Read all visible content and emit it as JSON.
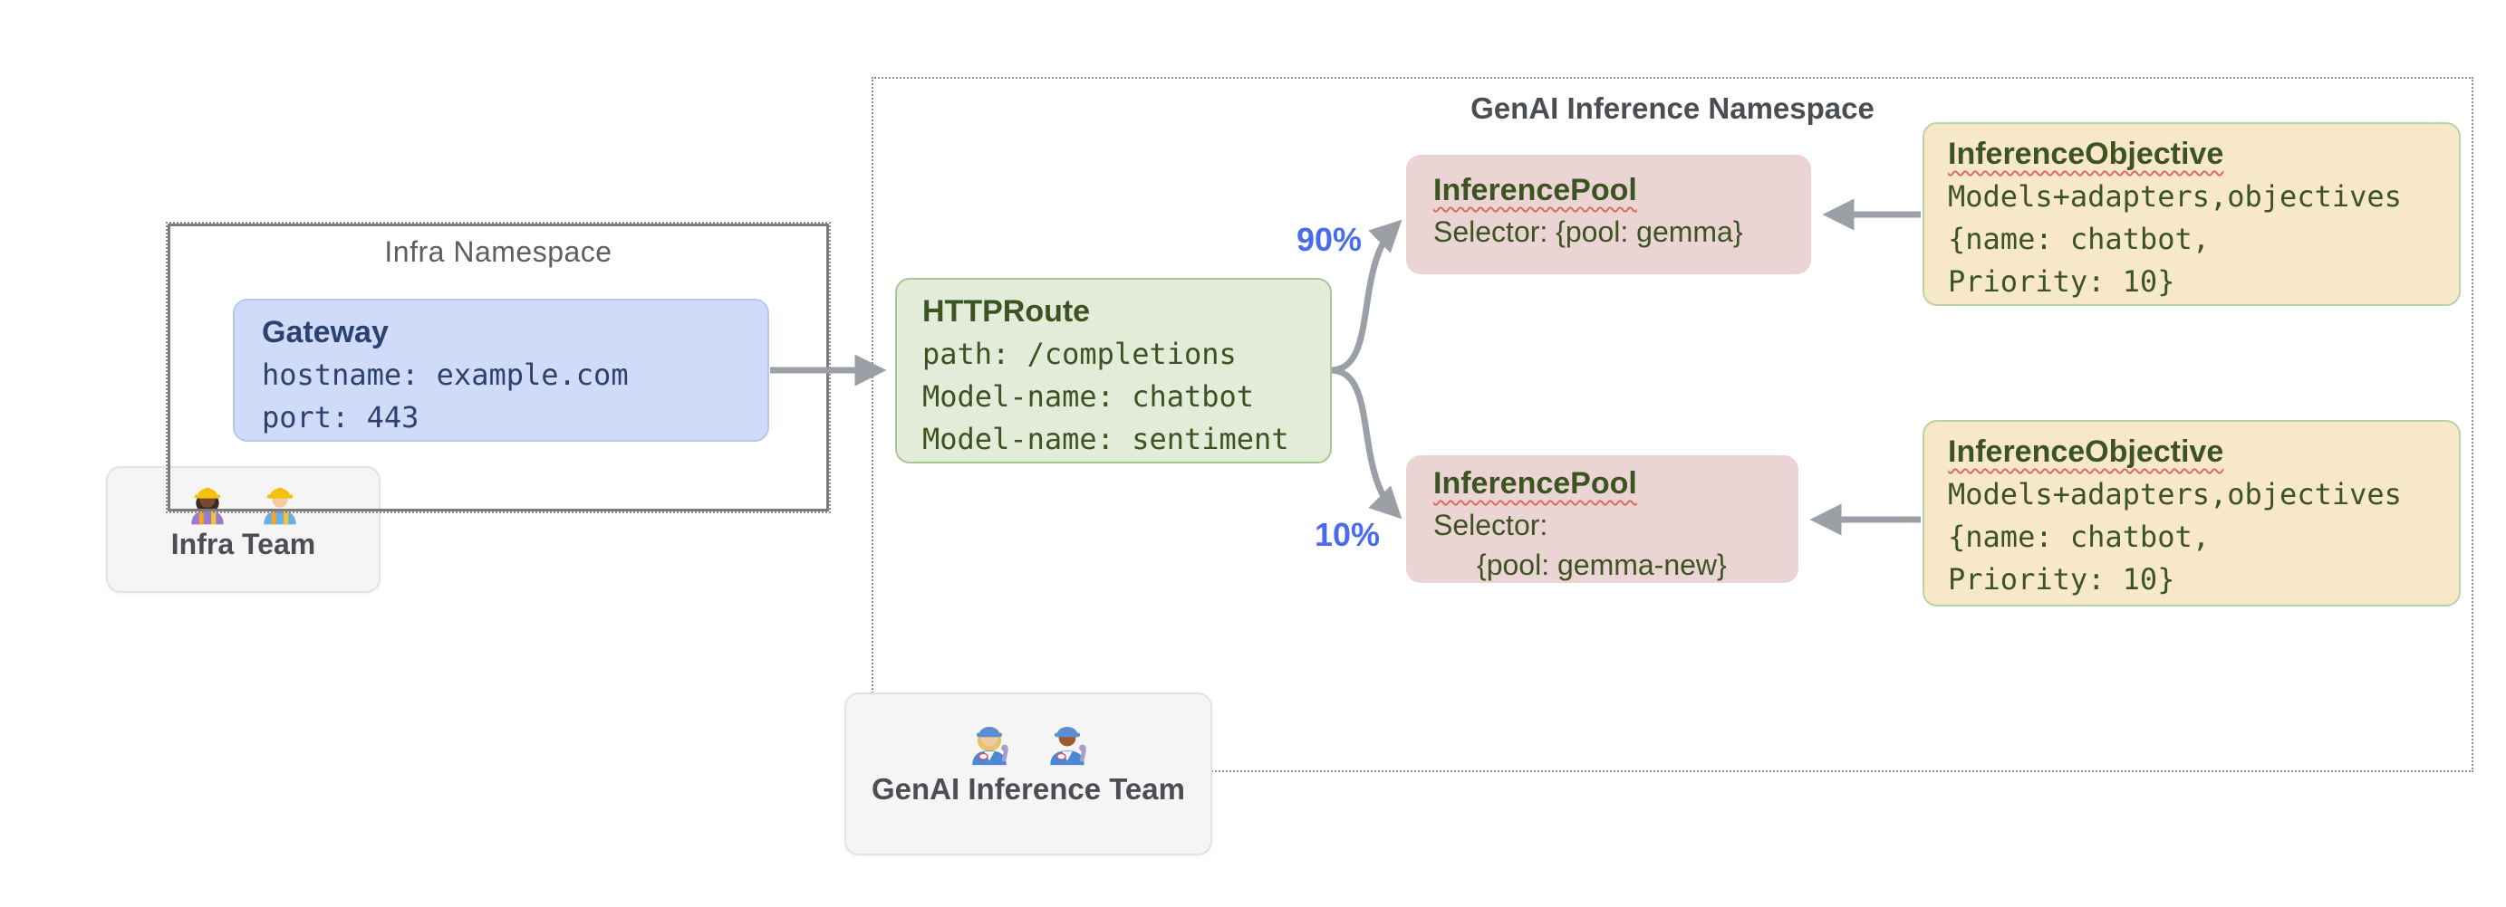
{
  "infra_namespace": {
    "title": "Infra Namespace",
    "gateway": {
      "title": "Gateway",
      "lines": [
        "hostname: example.com",
        "port: 443"
      ]
    }
  },
  "infra_team": {
    "label": "Infra Team",
    "icons": [
      "woman-construction-worker-icon",
      "man-construction-worker-icon"
    ]
  },
  "genai_namespace": {
    "title": "GenAI Inference Namespace",
    "httproute": {
      "title": "HTTPRoute",
      "lines": [
        "path: /completions",
        "Model-name: chatbot",
        "Model-name: sentiment"
      ]
    },
    "pool_top": {
      "title": "InferencePool",
      "selector": "Selector: {pool: gemma}"
    },
    "pool_bottom": {
      "title": "InferencePool",
      "selector_label": "Selector:",
      "selector_value": "{pool: gemma-new}"
    },
    "objective_top": {
      "title": "InferenceObjective",
      "lines": [
        "Models+adapters,objectives",
        "{name: chatbot,",
        "Priority: 10}"
      ]
    },
    "objective_bottom": {
      "title": "InferenceObjective",
      "lines": [
        "Models+adapters,objectives",
        "{name: chatbot,",
        "Priority: 10}"
      ]
    },
    "weight_top": "90%",
    "weight_bottom": "10%"
  },
  "genai_team": {
    "label": "GenAI Inference Team",
    "icons": [
      "woman-mechanic-icon",
      "man-mechanic-icon"
    ]
  },
  "colors": {
    "accent_blue": "#4a6cec",
    "arrow_gray": "#9aa0a6",
    "green_text": "#3c5322",
    "navy_text": "#2d4170",
    "pool_pink": "#ebd4d4",
    "objective_tan": "#f8e8ca",
    "route_green": "#e2ecd9",
    "gateway_blue": "#cfdbf8",
    "squiggle_red": "#dd6a5f"
  }
}
